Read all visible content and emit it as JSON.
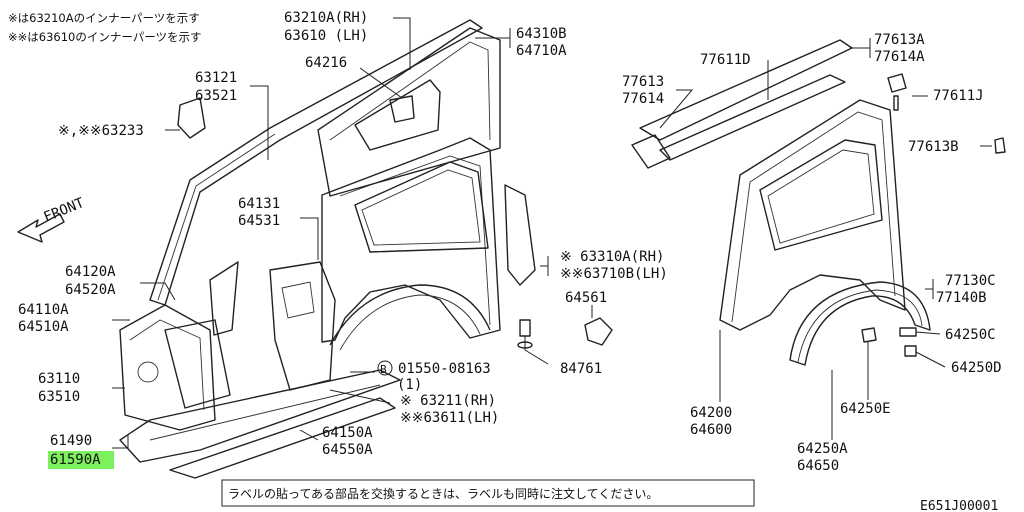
{
  "notes": {
    "line1": "※は63210Aのインナーパーツを示す",
    "line2": "※※は63610のインナーパーツを示す"
  },
  "front_label": "FRONT",
  "labels": {
    "p63210A": "63210A(RH)",
    "p63610": "63610  (LH)",
    "p64310B": "64310B",
    "p64710A": "64710A",
    "p64216": "64216",
    "p63121": "63121",
    "p63521": "63521",
    "p63233": "※,※※63233",
    "p64131": "64131",
    "p64531": "64531",
    "p64120A": "64120A",
    "p64520A": "64520A",
    "p64110A": "64110A",
    "p64510A": "64510A",
    "p63110": "63110",
    "p63510": "63510",
    "p61490": "61490",
    "p61590A": "61590A",
    "p63310A": "※   63310A(RH)",
    "p63710B": "※※63710B(LH)",
    "p64561": "64561",
    "p01550": "01550-08163",
    "p01550qty": "(1)",
    "p84761": "84761",
    "p63211": "※  63211(RH)",
    "p63611": "※※63611(LH)",
    "p64150A": "64150A",
    "p64550A": "64550A",
    "p77611D": "77611D",
    "p77613A": "77613A",
    "p77614A": "77614A",
    "p77613": "77613",
    "p77614": "77614",
    "p77611J": "77611J",
    "p77613B": "77613B",
    "p77130C": "77130C",
    "p77140B": "77140B",
    "p64250C": "64250C",
    "p64250D": "64250D",
    "p64200": "64200",
    "p64600": "64600",
    "p64250E": "64250E",
    "p64250A": "64250A",
    "p64650": "64650"
  },
  "bolt_symbol": "B",
  "footer_note": "ラベルの貼ってある部品を交換するときは、ラベルも同時に注文してください。",
  "diagram_code": "E651J00001",
  "highlight_color": "#7df05e"
}
